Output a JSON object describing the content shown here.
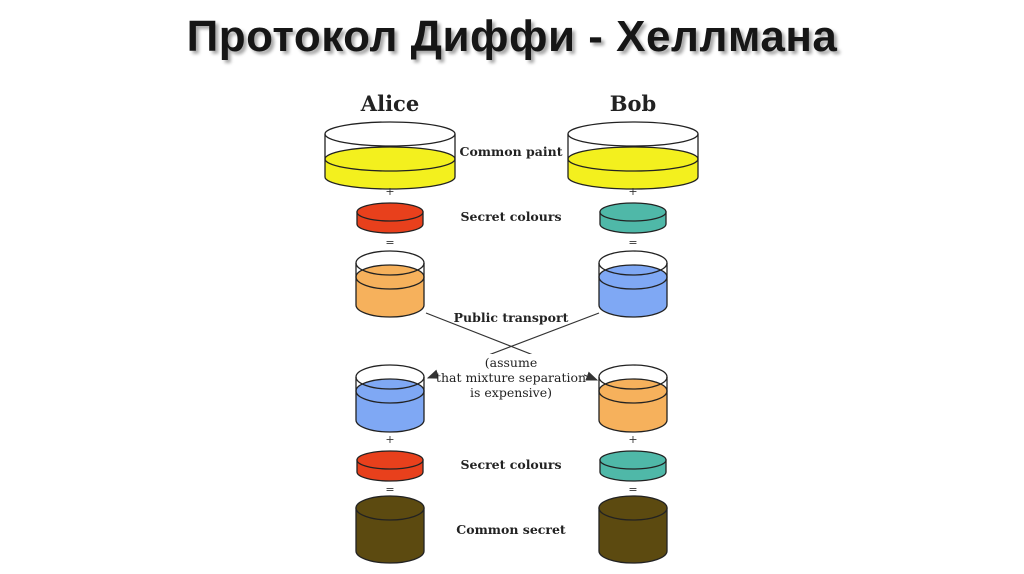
{
  "title": "Протокол Диффи - Хеллмана",
  "diagram": {
    "parties": {
      "left": "Alice",
      "right": "Bob"
    },
    "labels": {
      "common_paint": "Common paint",
      "secret_colours_1": "Secret colours",
      "public_transport": "Public transport",
      "note_line1": "(assume",
      "note_line2": "that mixture separation",
      "note_line3": "is expensive)",
      "secret_colours_2": "Secret colours",
      "common_secret": "Common secret"
    },
    "operators": {
      "plus": "+",
      "equals": "="
    },
    "colors": {
      "common_paint": "#f3f01e",
      "alice_secret": "#e8401c",
      "bob_secret": "#4fb8a8",
      "alice_mixture": "#f6b15c",
      "bob_mixture": "#7fa8f4",
      "common_secret": "#5c4a10",
      "outline": "#222222"
    }
  }
}
